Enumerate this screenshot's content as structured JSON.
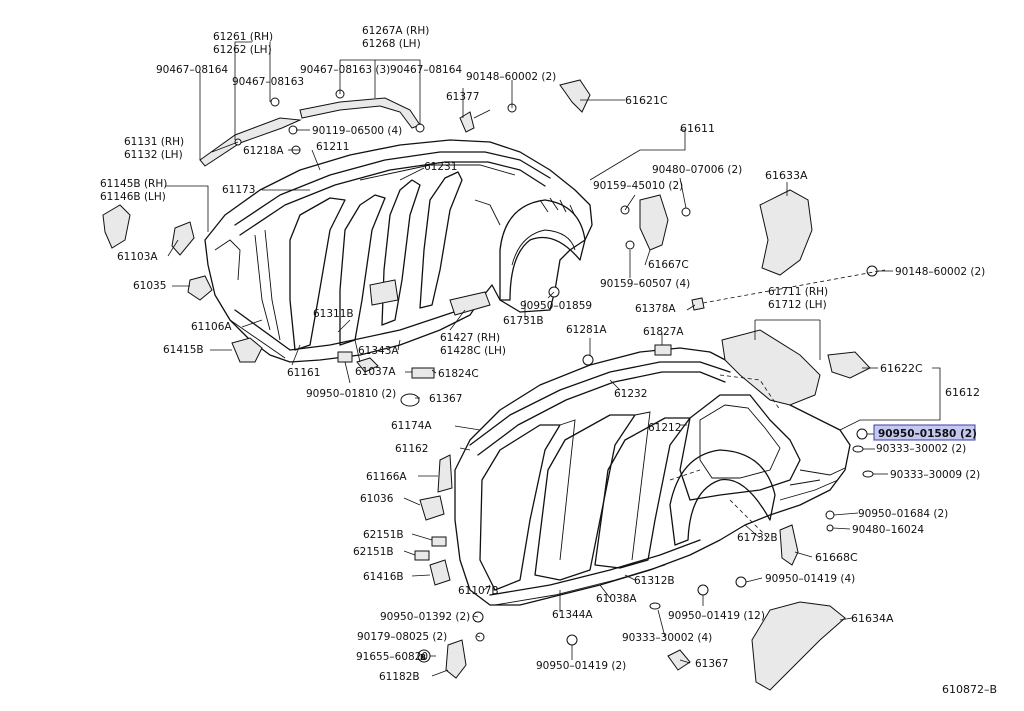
{
  "diagram_code": "610872–B",
  "highlight_color": "#c5c8f0",
  "labels": {
    "l61261": "61261 (RH)",
    "l61262": "61262 (LH)",
    "l61267a": "61267A (RH)",
    "l61268": "61268 (LH)",
    "l90467_a": "90467–08164",
    "l90467_b": "90467–08163",
    "l90467_c": "90467–08163 (3)",
    "l90467_d": "90467–08164",
    "l90148_a": "90148–60002 (2)",
    "l61377": "61377",
    "l61621c": "61621C",
    "l61611": "61611",
    "l90119": "90119–06500 (4)",
    "l61131": "61131 (RH)",
    "l61132": "61132 (LH)",
    "l61218a": "61218A",
    "l61211": "61211",
    "l61231": "61231",
    "l90480_a": "90480–07006 (2)",
    "l61633a": "61633A",
    "l61145b": "61145B (RH)",
    "l61146b": "61146B (LH)",
    "l61173": "61173",
    "l90159_a": "90159–45010 (2)",
    "l61103a": "61103A",
    "l61667c": "61667C",
    "l90148_b": "90148–60002 (2)",
    "l61035": "61035",
    "l90159_b": "90159–60507 (4)",
    "l61711": "61711 (RH)",
    "l61712": "61712 (LH)",
    "l90950_a": "90950–01859",
    "l61378a": "61378A",
    "l61106a": "61106A",
    "l61311b": "61311B",
    "l61427": "61427 (RH)",
    "l61428c": "61428C (LH)",
    "l61731b": "61731B",
    "l61281a": "61281A",
    "l61827a": "61827A",
    "l61415b": "61415B",
    "l61343a": "61343A",
    "l61622c": "61622C",
    "l61161": "61161",
    "l61037a": "61037A",
    "l61824c": "61824C",
    "l61232": "61232",
    "l61612": "61612",
    "l90950_b": "90950–01810 (2)",
    "l61367_a": "61367",
    "l61174a": "61174A",
    "l61212": "61212",
    "l90950_hl": "90950–01580 (2)",
    "l90333_a": "90333–30002 (2)",
    "l61162": "61162",
    "l90333_b": "90333–30009 (2)",
    "l61166a": "61166A",
    "l61036": "61036",
    "l90950_c": "90950–01684 (2)",
    "l90480_b": "90480–16024",
    "l62151b_a": "62151B",
    "l62151b_b": "62151B",
    "l61732b": "61732B",
    "l61668c": "61668C",
    "l61416b": "61416B",
    "l61107b": "61107B",
    "l61312b": "61312B",
    "l90950_d": "90950–01419 (4)",
    "l61038a": "61038A",
    "l90950_e": "90950–01392 (2)",
    "l61344a": "61344A",
    "l90950_f": "90950–01419 (12)",
    "l61634a": "61634A",
    "l90179": "90179–08025 (2)",
    "l90333_c": "90333–30002 (4)",
    "l91655": "91655–60820",
    "l90950_g": "90950–01419 (2)",
    "l61367_b": "61367",
    "l61182b": "61182B"
  }
}
